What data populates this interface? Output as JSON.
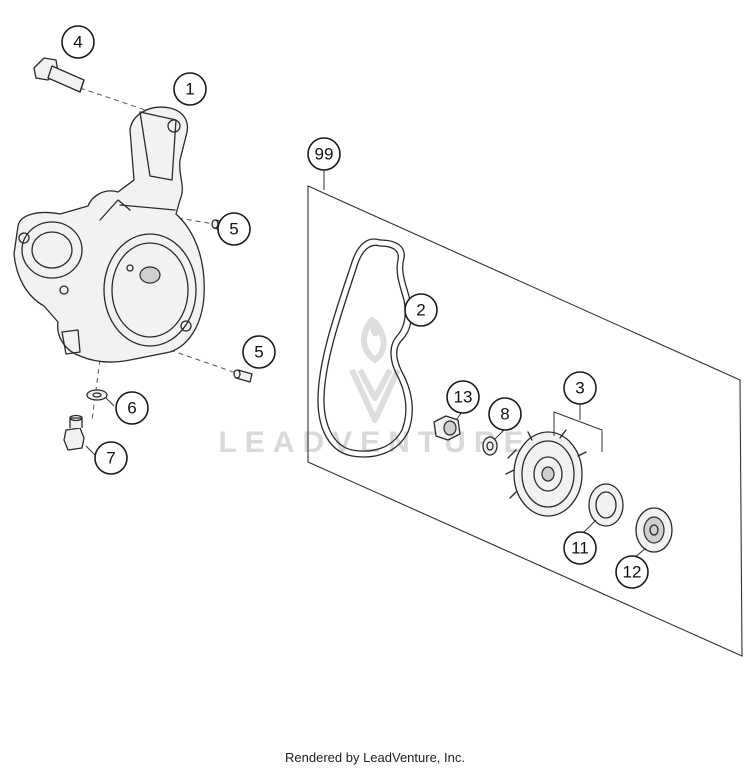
{
  "callouts": {
    "c1": "1",
    "c2": "2",
    "c3": "3",
    "c4": "4",
    "c5a": "5",
    "c5b": "5",
    "c6": "6",
    "c7": "7",
    "c8": "8",
    "c11": "11",
    "c12": "12",
    "c13": "13",
    "c99": "99"
  },
  "watermark": {
    "text": "LEADVENTURE"
  },
  "footer": {
    "text": "Rendered by LeadVenture, Inc."
  }
}
